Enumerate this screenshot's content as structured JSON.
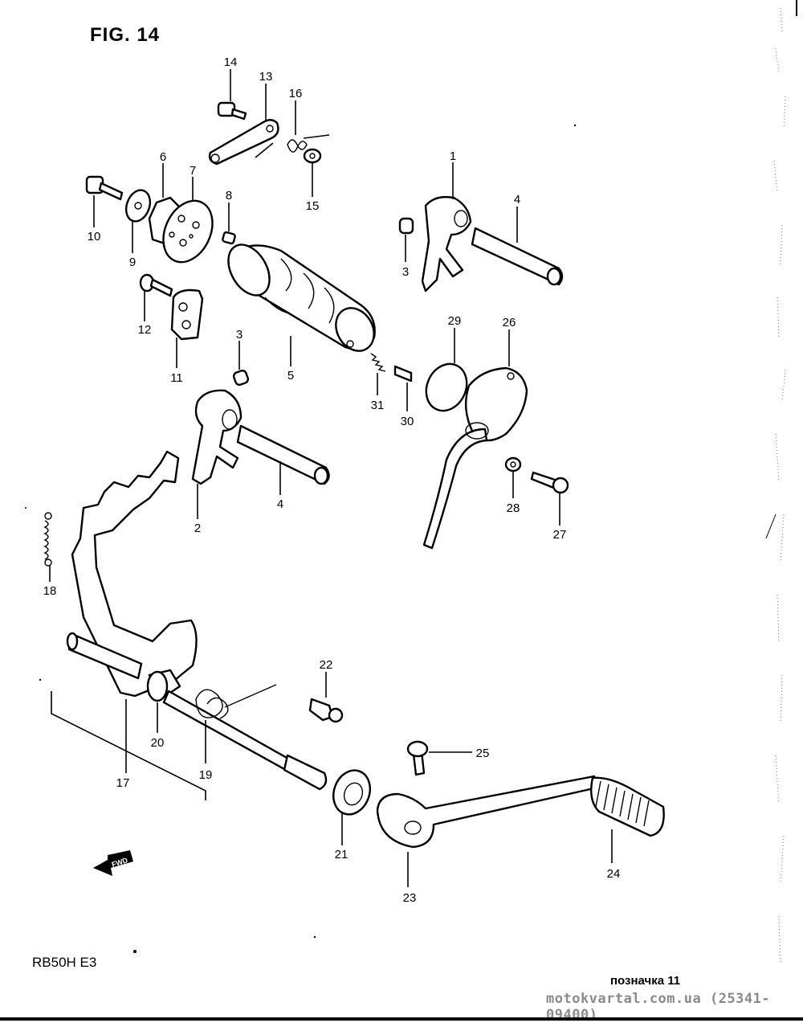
{
  "title": "FIG. 14",
  "model": "RB50H E3",
  "marker": "позначка 11",
  "source": "motokvartal.com.ua (25341-09400)",
  "fwd_label": "FWD",
  "callouts": {
    "p1": "1",
    "p2": "2",
    "p3a": "3",
    "p3b": "3",
    "p4a": "4",
    "p4b": "4",
    "p5": "5",
    "p6": "6",
    "p7": "7",
    "p8": "8",
    "p9": "9",
    "p10": "10",
    "p11": "11",
    "p12": "12",
    "p13": "13",
    "p14": "14",
    "p15": "15",
    "p16": "16",
    "p17": "17",
    "p18": "18",
    "p19": "19",
    "p20": "20",
    "p21": "21",
    "p22": "22",
    "p23": "23",
    "p24": "24",
    "p25": "25",
    "p26": "26",
    "p27": "27",
    "p28": "28",
    "p29": "29",
    "p30": "30",
    "p31": "31"
  },
  "icons": {
    "fwd": "fwd-arrow-icon"
  }
}
